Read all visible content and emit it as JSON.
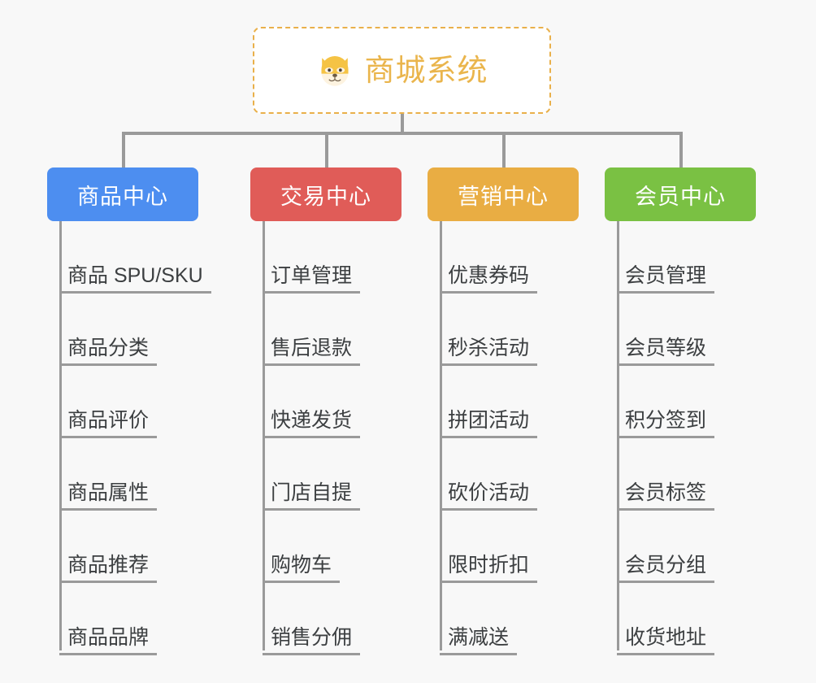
{
  "page": {
    "background": "#f8f8f8",
    "line_color": "#9a9a9a",
    "text_color": "#3c3f41"
  },
  "root": {
    "title": "商城系统",
    "icon": "dog-face-emoji",
    "text_color": "#eab54c",
    "border_color": "#e9b04a",
    "background": "#ffffff"
  },
  "branches": [
    {
      "title": "商品中心",
      "color": "#4d8ef0",
      "items": [
        "商品 SPU/SKU",
        "商品分类",
        "商品评价",
        "商品属性",
        "商品推荐",
        "商品品牌"
      ]
    },
    {
      "title": "交易中心",
      "color": "#e05c58",
      "items": [
        "订单管理",
        "售后退款",
        "快递发货",
        "门店自提",
        "购物车",
        "销售分佣"
      ]
    },
    {
      "title": "营销中心",
      "color": "#e9ad43",
      "items": [
        "优惠券码",
        "秒杀活动",
        "拼团活动",
        "砍价活动",
        "限时折扣",
        "满减送"
      ]
    },
    {
      "title": "会员中心",
      "color": "#77c council"
    }
  ]
}
